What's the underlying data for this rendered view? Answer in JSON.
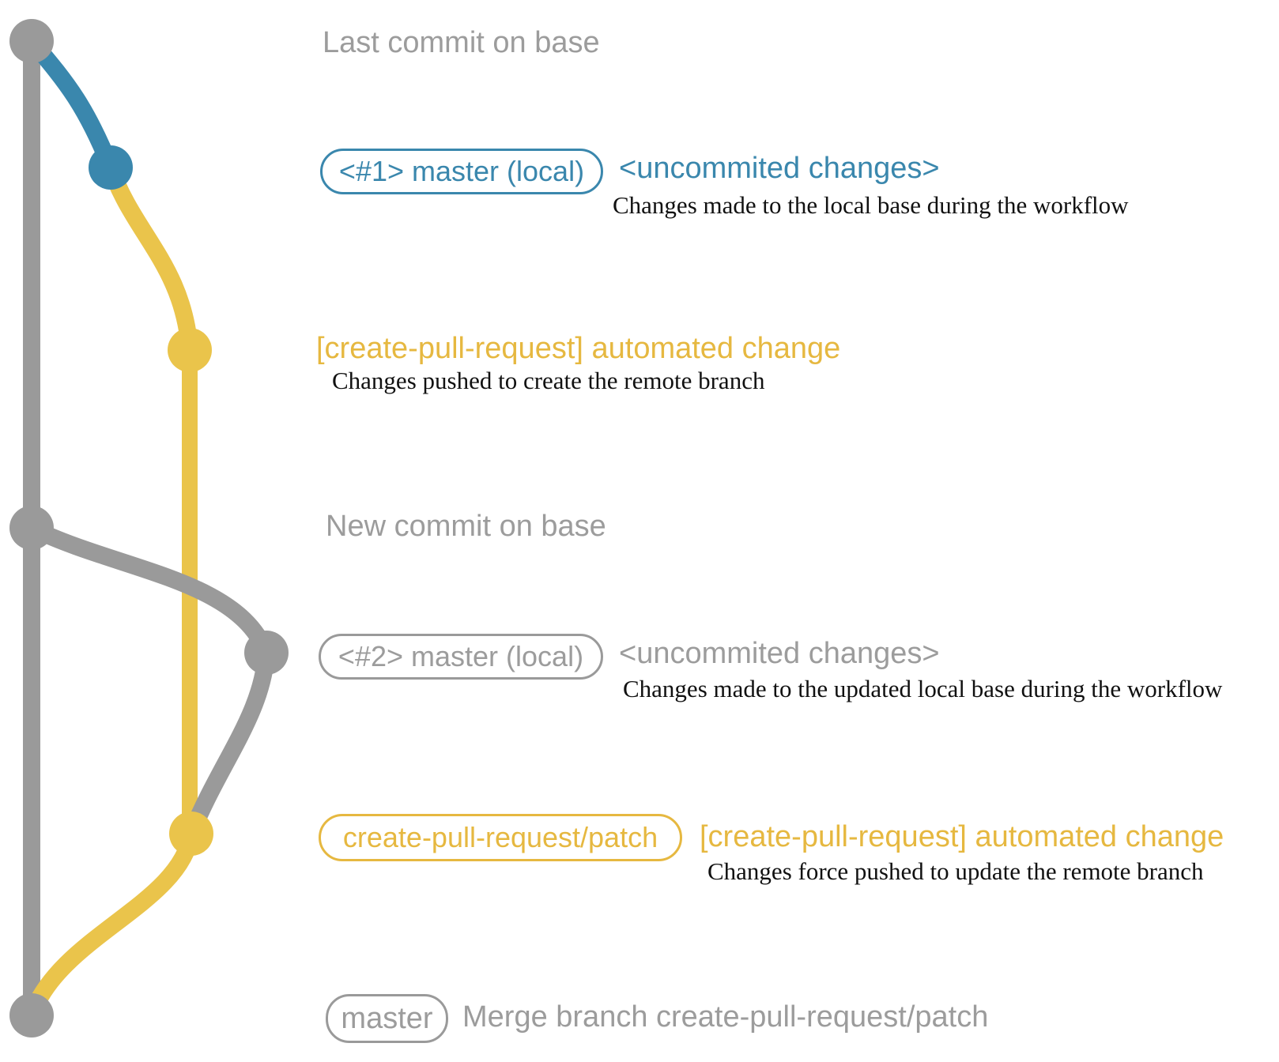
{
  "colors": {
    "gray_line": "#9a9a9a",
    "gray_text": "#9c9c9c",
    "blue": "#3a87ad",
    "yellow_line": "#eac44b",
    "yellow_text": "#e6b840",
    "desc_text": "#111111",
    "background": "#ffffff"
  },
  "graph": {
    "commit_dots": [
      {
        "id": "last-commit-on-base",
        "color": "gray"
      },
      {
        "id": "uncommitted-changes-1",
        "color": "blue"
      },
      {
        "id": "patch-branch-commit-1",
        "color": "yellow"
      },
      {
        "id": "new-commit-on-base",
        "color": "gray"
      },
      {
        "id": "uncommitted-changes-2",
        "color": "gray"
      },
      {
        "id": "patch-branch-commit-2",
        "color": "yellow"
      },
      {
        "id": "merge-commit",
        "color": "gray"
      }
    ]
  },
  "annotations": {
    "row1_label": "Last commit on base",
    "row2_badge": "<#1> master (local)",
    "row2_note": "<uncommited changes>",
    "row2_desc": "Changes made to the local base during the workflow",
    "row3_heading": "[create-pull-request] automated change",
    "row3_desc": "Changes pushed to create the remote branch",
    "row4_label": "New commit on base",
    "row5_badge": "<#2> master (local)",
    "row5_note": "<uncommited changes>",
    "row5_desc": "Changes made to the updated local base during the workflow",
    "row6_badge": "create-pull-request/patch",
    "row6_heading": "[create-pull-request] automated change",
    "row6_desc": "Changes force pushed to update the remote branch",
    "row7_badge": "master",
    "row7_text": "Merge branch create-pull-request/patch"
  }
}
